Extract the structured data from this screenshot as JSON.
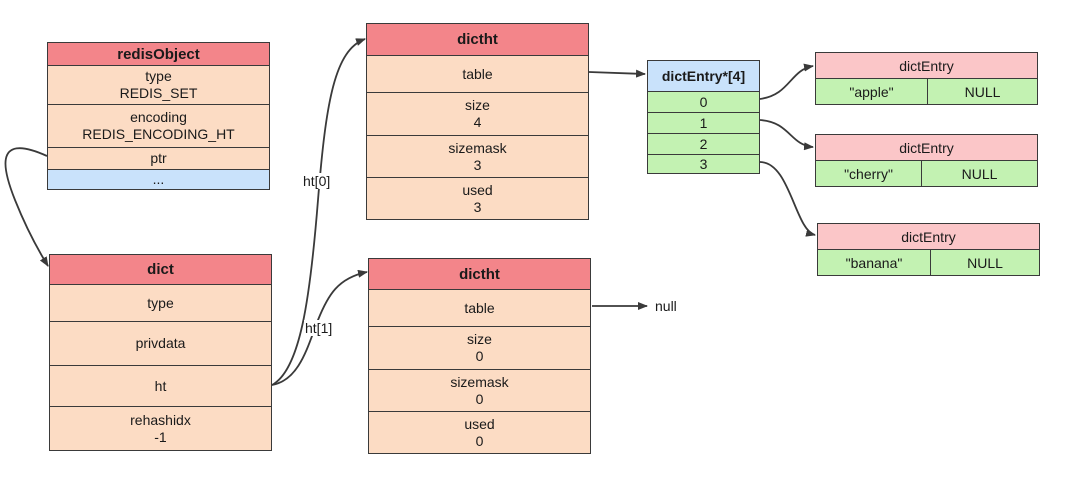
{
  "redis_object": {
    "title": "redisObject",
    "type_label": "type",
    "type_value": "REDIS_SET",
    "encoding_label": "encoding",
    "encoding_value": "REDIS_ENCODING_HT",
    "ptr": "ptr",
    "rest": "..."
  },
  "dict": {
    "title": "dict",
    "type": "type",
    "privdata": "privdata",
    "ht": "ht",
    "rehashidx_label": "rehashidx",
    "rehashidx_value": "-1"
  },
  "ht0": {
    "title": "dictht",
    "table": "table",
    "size_label": "size",
    "size_value": "4",
    "sizemask_label": "sizemask",
    "sizemask_value": "3",
    "used_label": "used",
    "used_value": "3"
  },
  "ht1": {
    "title": "dictht",
    "table": "table",
    "size_label": "size",
    "size_value": "0",
    "sizemask_label": "sizemask",
    "sizemask_value": "0",
    "used_label": "used",
    "used_value": "0"
  },
  "links": {
    "ht0": "ht[0]",
    "ht1": "ht[1]",
    "null": "null"
  },
  "table_array": {
    "title": "dictEntry*[4]",
    "slots": [
      "0",
      "1",
      "2",
      "3"
    ]
  },
  "entries": [
    {
      "title": "dictEntry",
      "key": "\"apple\"",
      "next": "NULL"
    },
    {
      "title": "dictEntry",
      "key": "\"cherry\"",
      "next": "NULL"
    },
    {
      "title": "dictEntry",
      "key": "\"banana\"",
      "next": "NULL"
    }
  ],
  "colors": {
    "header": "#f3858a",
    "body": "#fcdcc4",
    "blue": "#c9e2fb",
    "green": "#c3f2b2",
    "pink": "#fbc6c8",
    "line": "#3a3a3a"
  }
}
